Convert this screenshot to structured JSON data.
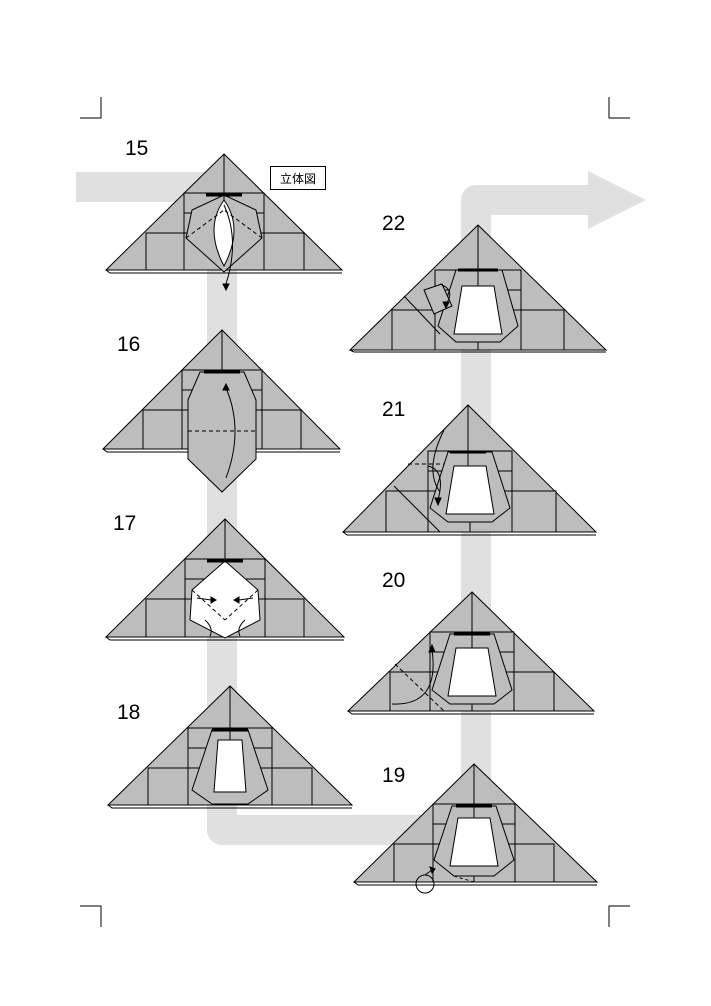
{
  "page": {
    "tag_label": "立体図"
  },
  "steps": [
    {
      "number": "15"
    },
    {
      "number": "16"
    },
    {
      "number": "17"
    },
    {
      "number": "18"
    },
    {
      "number": "19"
    },
    {
      "number": "20"
    },
    {
      "number": "21"
    },
    {
      "number": "22"
    }
  ],
  "colors": {
    "paper": "#bdbdbd",
    "flow_band": "#e0e0e0",
    "line": "#000000",
    "inside": "#ffffff"
  },
  "icons": [
    "flow-arrow-icon",
    "valley-fold-arrow-icon",
    "crop-mark-icon"
  ]
}
